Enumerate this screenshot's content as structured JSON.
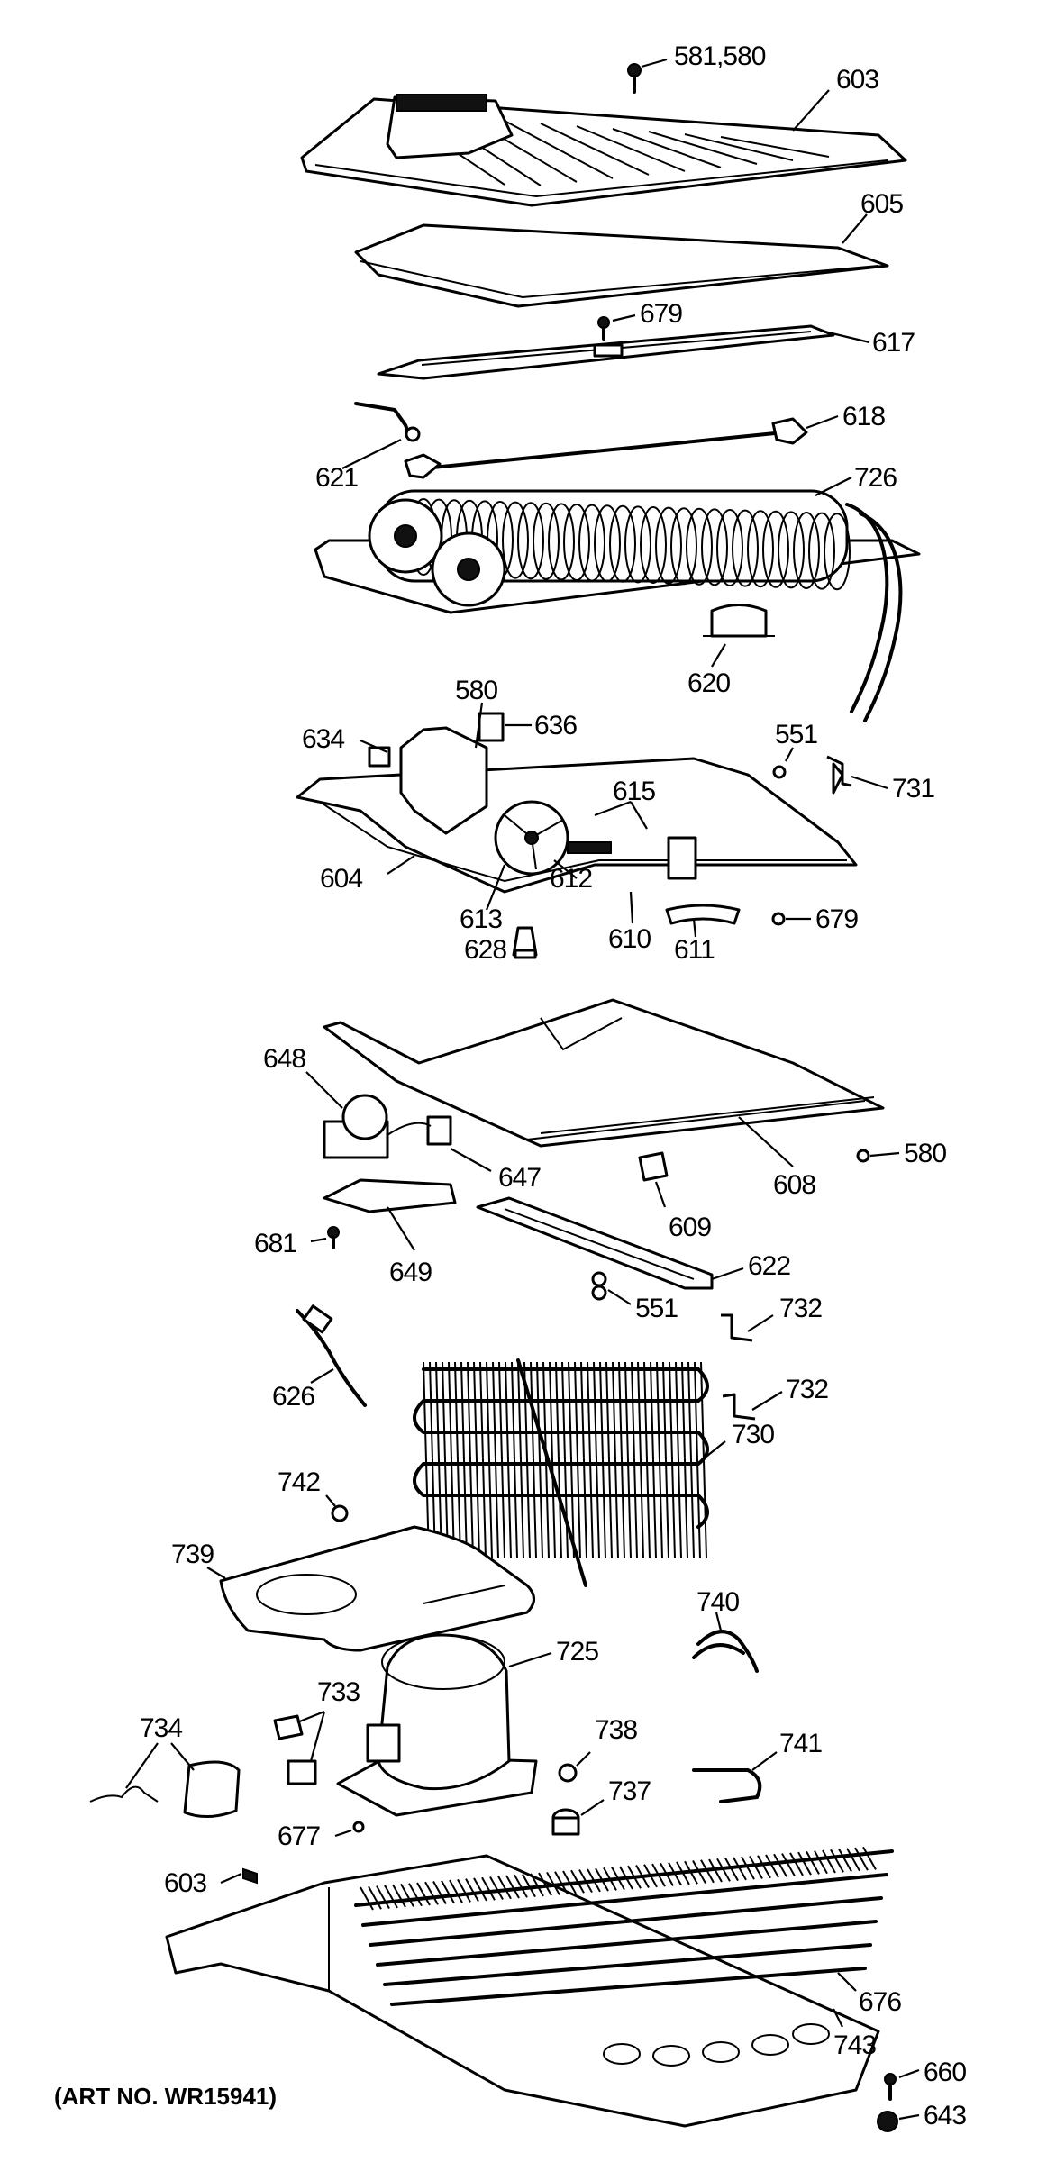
{
  "labels": {
    "l581_580": "581,580",
    "l603_top": "603",
    "l605": "605",
    "l679_top": "679",
    "l617": "617",
    "l618": "618",
    "l621": "621",
    "l726": "726",
    "l620": "620",
    "l580_mid": "580",
    "l636": "636",
    "l634": "634",
    "l551_top": "551",
    "l731": "731",
    "l615": "615",
    "l604": "604",
    "l612": "612",
    "l613": "613",
    "l679_mid": "679",
    "l628": "628",
    "l610": "610",
    "l611": "611",
    "l648": "648",
    "l580_right": "580",
    "l647": "647",
    "l608": "608",
    "l609": "609",
    "l681": "681",
    "l649": "649",
    "l622": "622",
    "l551_mid": "551",
    "l732_a": "732",
    "l626": "626",
    "l732_b": "732",
    "l730": "730",
    "l742": "742",
    "l739": "739",
    "l740": "740",
    "l725": "725",
    "l733": "733",
    "l734": "734",
    "l738": "738",
    "l741": "741",
    "l737": "737",
    "l677": "677",
    "l603_bottom": "603",
    "l676": "676",
    "l743": "743",
    "l660": "660",
    "l643": "643"
  },
  "art_number": "(ART NO. WR15941)"
}
